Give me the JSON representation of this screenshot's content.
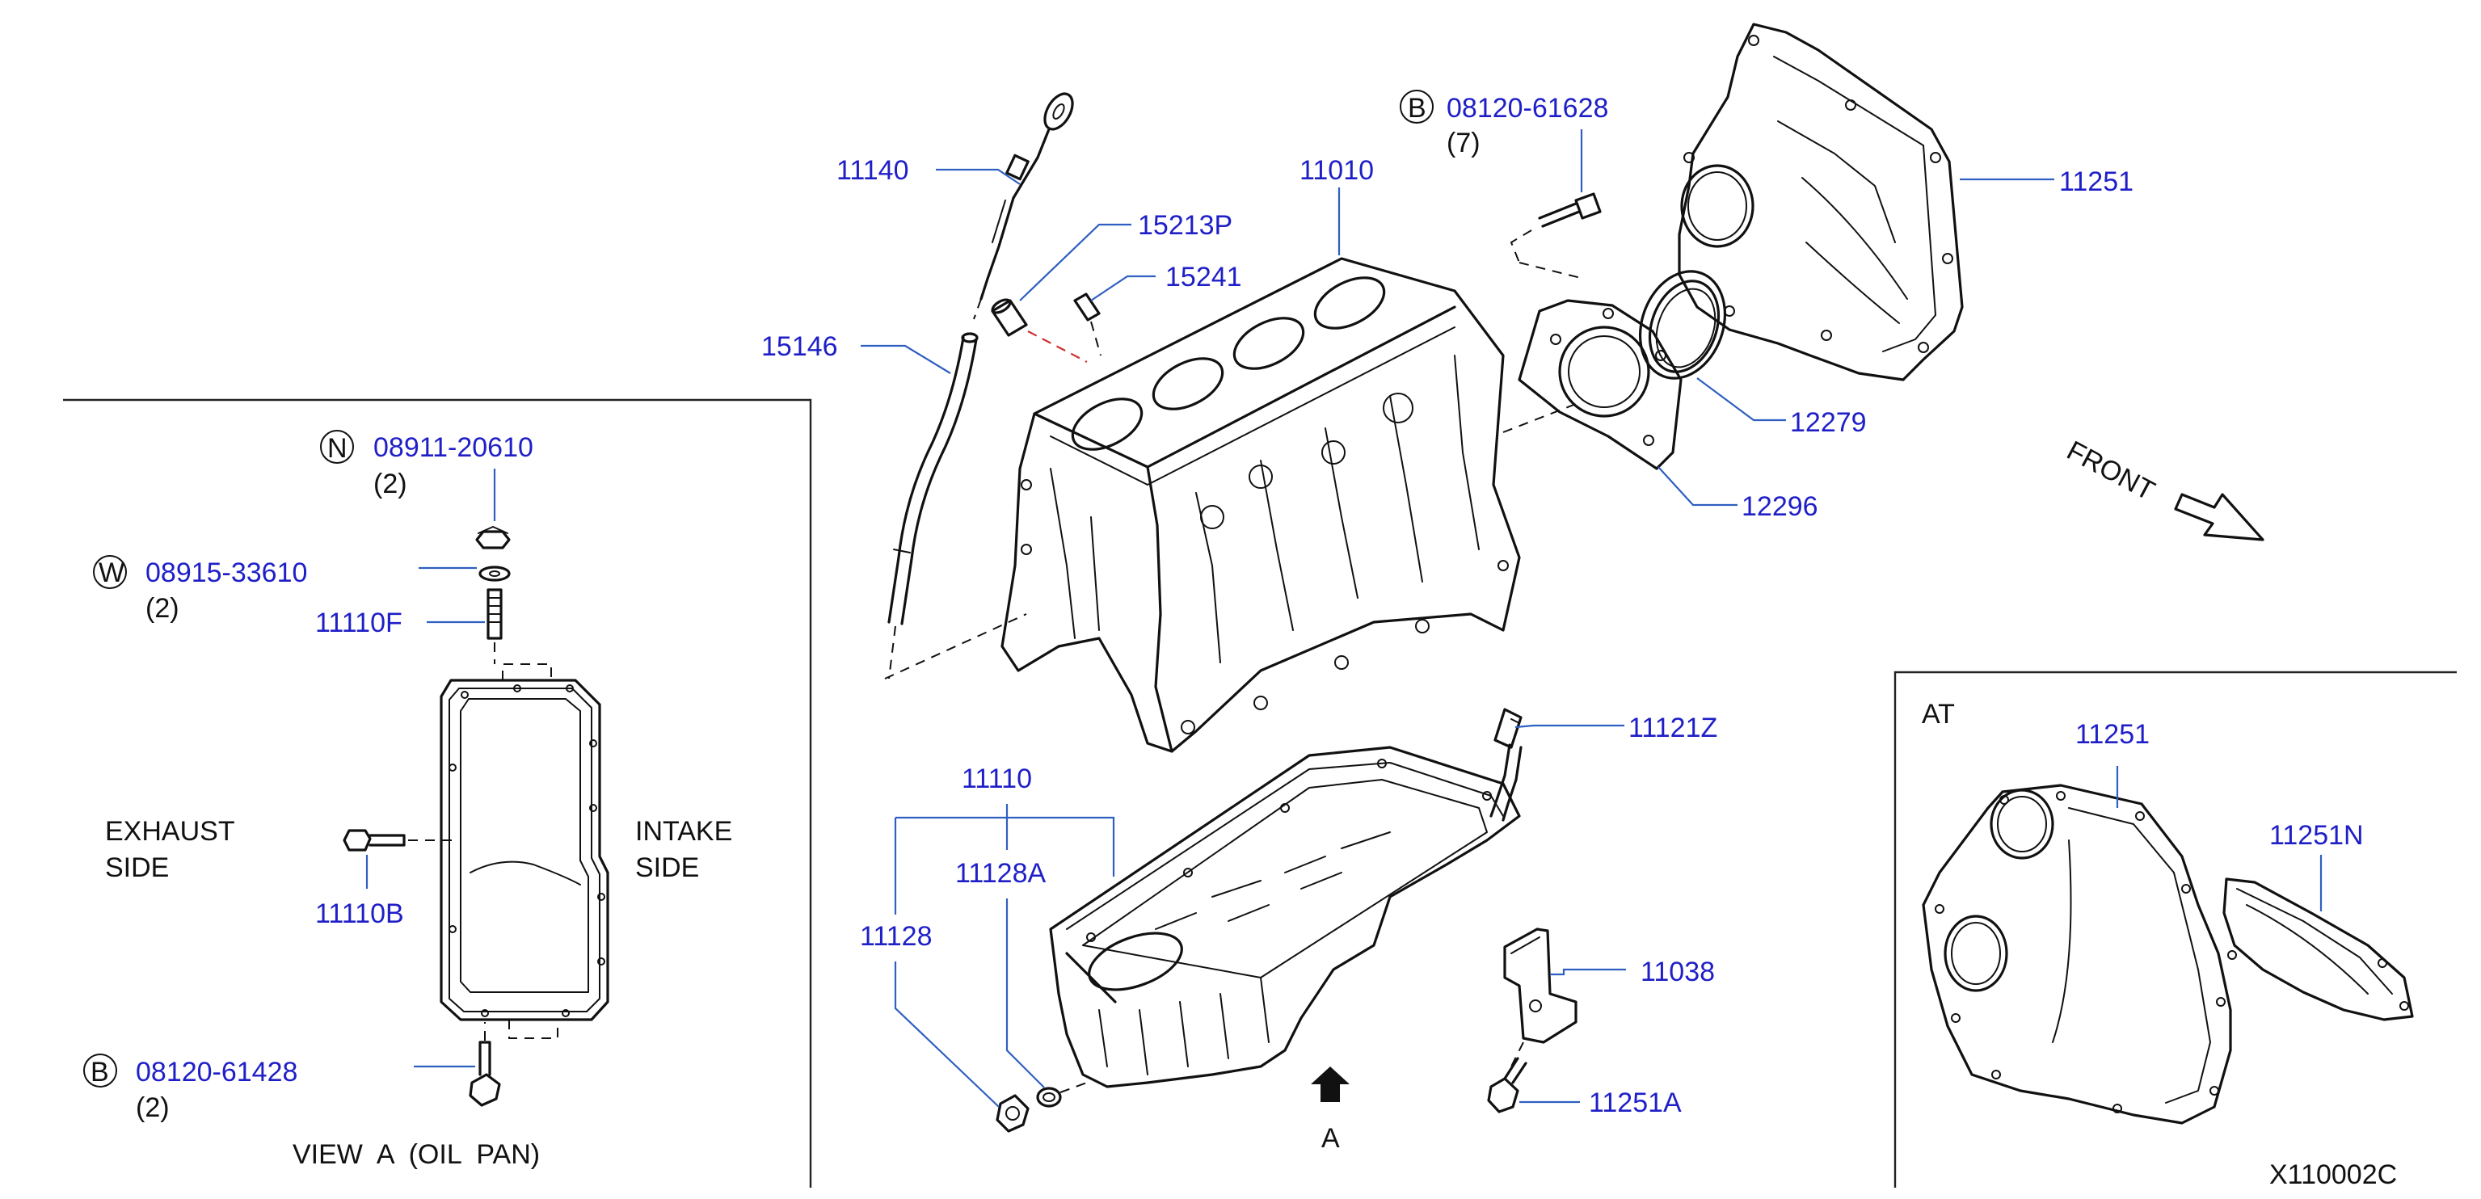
{
  "diagram": {
    "code": "X110002C",
    "front_label": "FRONT",
    "view_arrow_label": "A",
    "parts": [
      {
        "id": "p11140",
        "number": "11140"
      },
      {
        "id": "p15146",
        "number": "15146"
      },
      {
        "id": "p15213P",
        "number": "15213P"
      },
      {
        "id": "p15241",
        "number": "15241"
      },
      {
        "id": "p11010",
        "number": "11010"
      },
      {
        "id": "p08120_61628",
        "number": "08120-61628",
        "symbol": "B",
        "qty": "(7)"
      },
      {
        "id": "p11251",
        "number": "11251"
      },
      {
        "id": "p12279",
        "number": "12279"
      },
      {
        "id": "p12296",
        "number": "12296"
      },
      {
        "id": "p11121Z",
        "number": "11121Z"
      },
      {
        "id": "p11110",
        "number": "11110"
      },
      {
        "id": "p11128A",
        "number": "11128A"
      },
      {
        "id": "p11128",
        "number": "11128"
      },
      {
        "id": "p11038",
        "number": "11038"
      },
      {
        "id": "p11251A",
        "number": "11251A"
      }
    ]
  },
  "view_a": {
    "title": "VIEW  A  (OIL  PAN)",
    "exhaust_line1": "EXHAUST",
    "exhaust_line2": "SIDE",
    "intake_line1": "INTAKE",
    "intake_line2": "SIDE",
    "parts": [
      {
        "id": "p08911_20610",
        "number": "08911-20610",
        "symbol": "N",
        "qty": "(2)"
      },
      {
        "id": "p08915_33610",
        "number": "08915-33610",
        "symbol": "W",
        "qty": "(2)"
      },
      {
        "id": "p11110F",
        "number": "11110F"
      },
      {
        "id": "p11110B",
        "number": "11110B"
      },
      {
        "id": "p08120_61428",
        "number": "08120-61428",
        "symbol": "B",
        "qty": "(2)"
      }
    ]
  },
  "at_inset": {
    "title": "AT",
    "parts": [
      {
        "id": "p11251_at",
        "number": "11251"
      },
      {
        "id": "p11251N",
        "number": "11251N"
      }
    ]
  }
}
